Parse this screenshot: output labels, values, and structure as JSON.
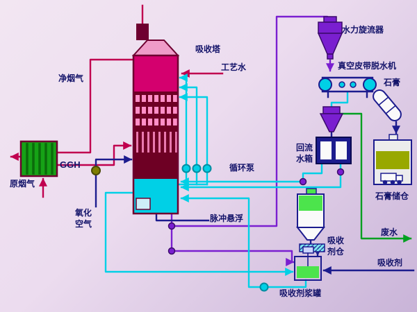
{
  "labels": {
    "absorber_tower": "吸收塔",
    "process_water": "工艺水",
    "clean_flue_gas": "净烟气",
    "ggh": "GGH",
    "raw_flue_gas": "原烟气",
    "oxidation_air": "氧化空气",
    "circulation_pump": "循环泵",
    "pulse_suspension": "脉冲悬浮",
    "hydrocyclone": "水力旋流器",
    "vacuum_belt_dewaterer": "真空皮带脱水机",
    "gypsum": "石膏",
    "return_water_tank": "回流水箱",
    "gypsum_silo": "石膏储仓",
    "wastewater": "废水",
    "absorbent": "吸收剂",
    "absorbent_silo": "吸收剂仓",
    "absorbent_slurry_tank": "吸收剂浆罐"
  },
  "colors": {
    "crimson": "#c0004f",
    "maroon": "#6e0030",
    "pink_cap": "#ef9cc8",
    "magenta": "#d4006e",
    "dark_red": "#6e0024",
    "grid_pink": "#ff8fc8",
    "cyan": "#00d0e6",
    "teal": "#008ca0",
    "purple": "#7a1fd0",
    "navy": "#1c1c8e",
    "green": "#00a020",
    "olive": "#7e7e00",
    "bright_green": "#4ce44c",
    "silo_olive": "#98a800",
    "ggh_green": "#16a216",
    "text": "#14146a",
    "bg_light": "#f2e6f2",
    "bg_dark": "#c9b4d8"
  }
}
